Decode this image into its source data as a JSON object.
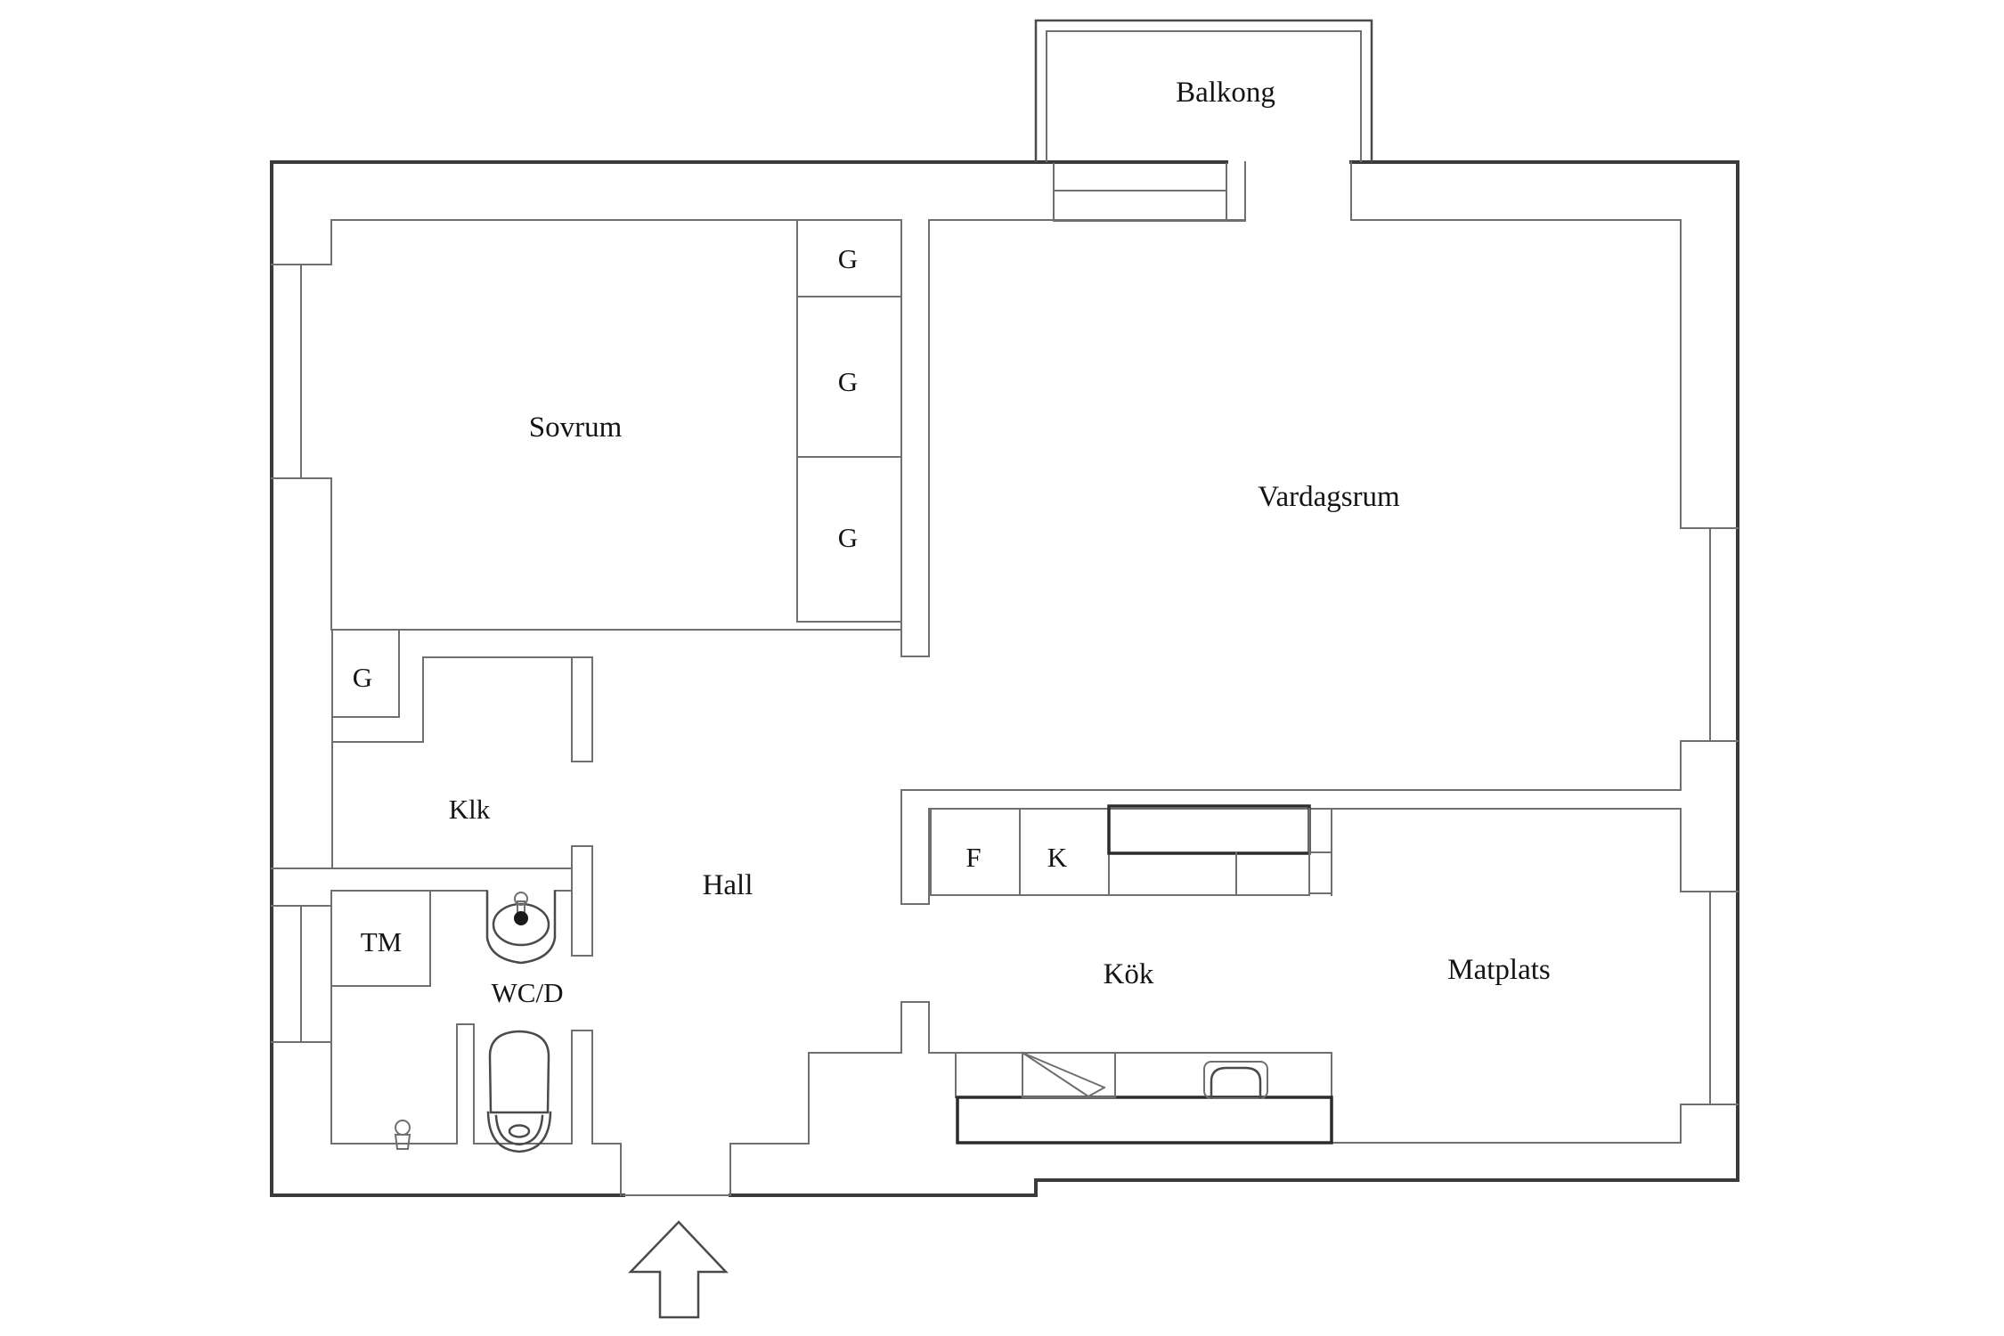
{
  "colors": {
    "background": "#ffffff",
    "outer_wall": "#3b3b3b",
    "inner_line": "#6f6f6f",
    "bold_counter": "#2c2c2c",
    "text": "#141414"
  },
  "rooms": {
    "balkong": {
      "label": "Balkong"
    },
    "sovrum": {
      "label": "Sovrum"
    },
    "vardagsrum": {
      "label": "Vardagsrum"
    },
    "klk": {
      "label": "Klk"
    },
    "hall": {
      "label": "Hall"
    },
    "tm": {
      "label": "TM"
    },
    "wcd": {
      "label": "WC/D"
    },
    "kok": {
      "label": "Kök"
    },
    "matplats": {
      "label": "Matplats"
    }
  },
  "cabinet_labels": {
    "g": "G",
    "f": "F",
    "k": "K"
  },
  "fixtures": {
    "bathroom_sink": "bathroom-sink",
    "toilet": "toilet",
    "floor_drain": "floor-drain",
    "kitchen_sink": "kitchen-sink",
    "appliance_hatch": "appliance-hatch",
    "entrance_arrow": "entrance-arrow"
  }
}
